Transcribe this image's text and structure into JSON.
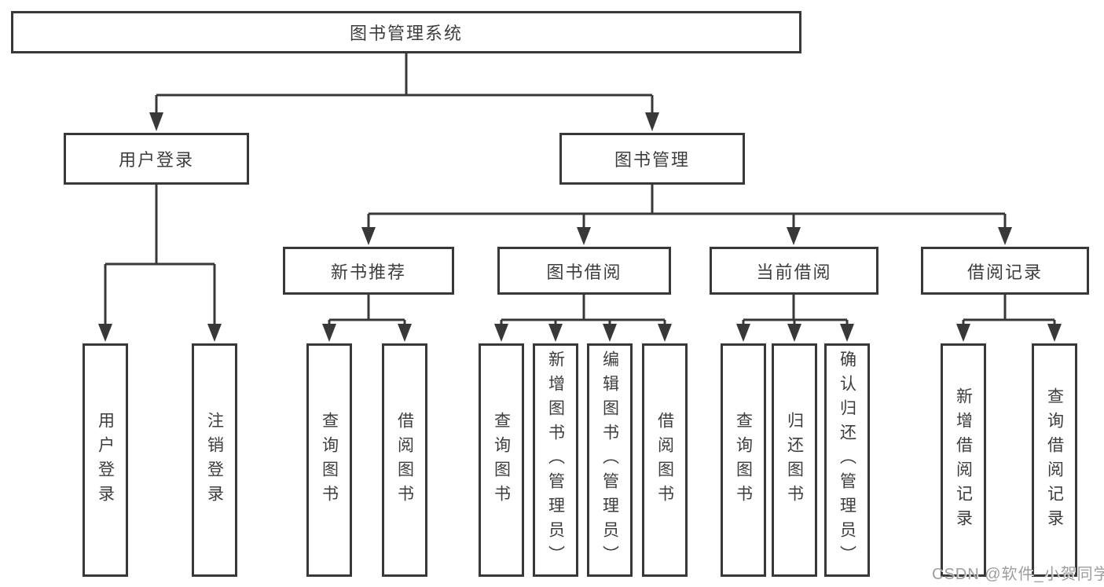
{
  "diagram_title": "图书管理系统",
  "tree": {
    "root": {
      "label": "图书管理系统"
    },
    "level1": [
      {
        "label": "用户登录"
      },
      {
        "label": "图书管理"
      }
    ],
    "level2": [
      {
        "label": "新书推荐"
      },
      {
        "label": "图书借阅"
      },
      {
        "label": "当前借阅"
      },
      {
        "label": "借阅记录"
      }
    ],
    "leaves": {
      "user_login": [
        "用户登录",
        "注销登录"
      ],
      "new_book_recommend": [
        "查询图书",
        "借阅图书"
      ],
      "book_borrow": [
        "查询图书",
        "新增图书（管理员）",
        "编辑图书（管理员）",
        "借阅图书"
      ],
      "current_borrow": [
        "查询图书",
        "归还图书",
        "确认归还（管理员）"
      ],
      "borrow_records": [
        "新增借阅记录",
        "查询借阅记录"
      ]
    }
  },
  "watermark": "CSDN @软件_小贺同学",
  "colors": {
    "line": "#383838",
    "box_border": "#383838",
    "text": "#3d3d3d",
    "background": "#ffffff",
    "watermark": "#9e9e9e"
  }
}
